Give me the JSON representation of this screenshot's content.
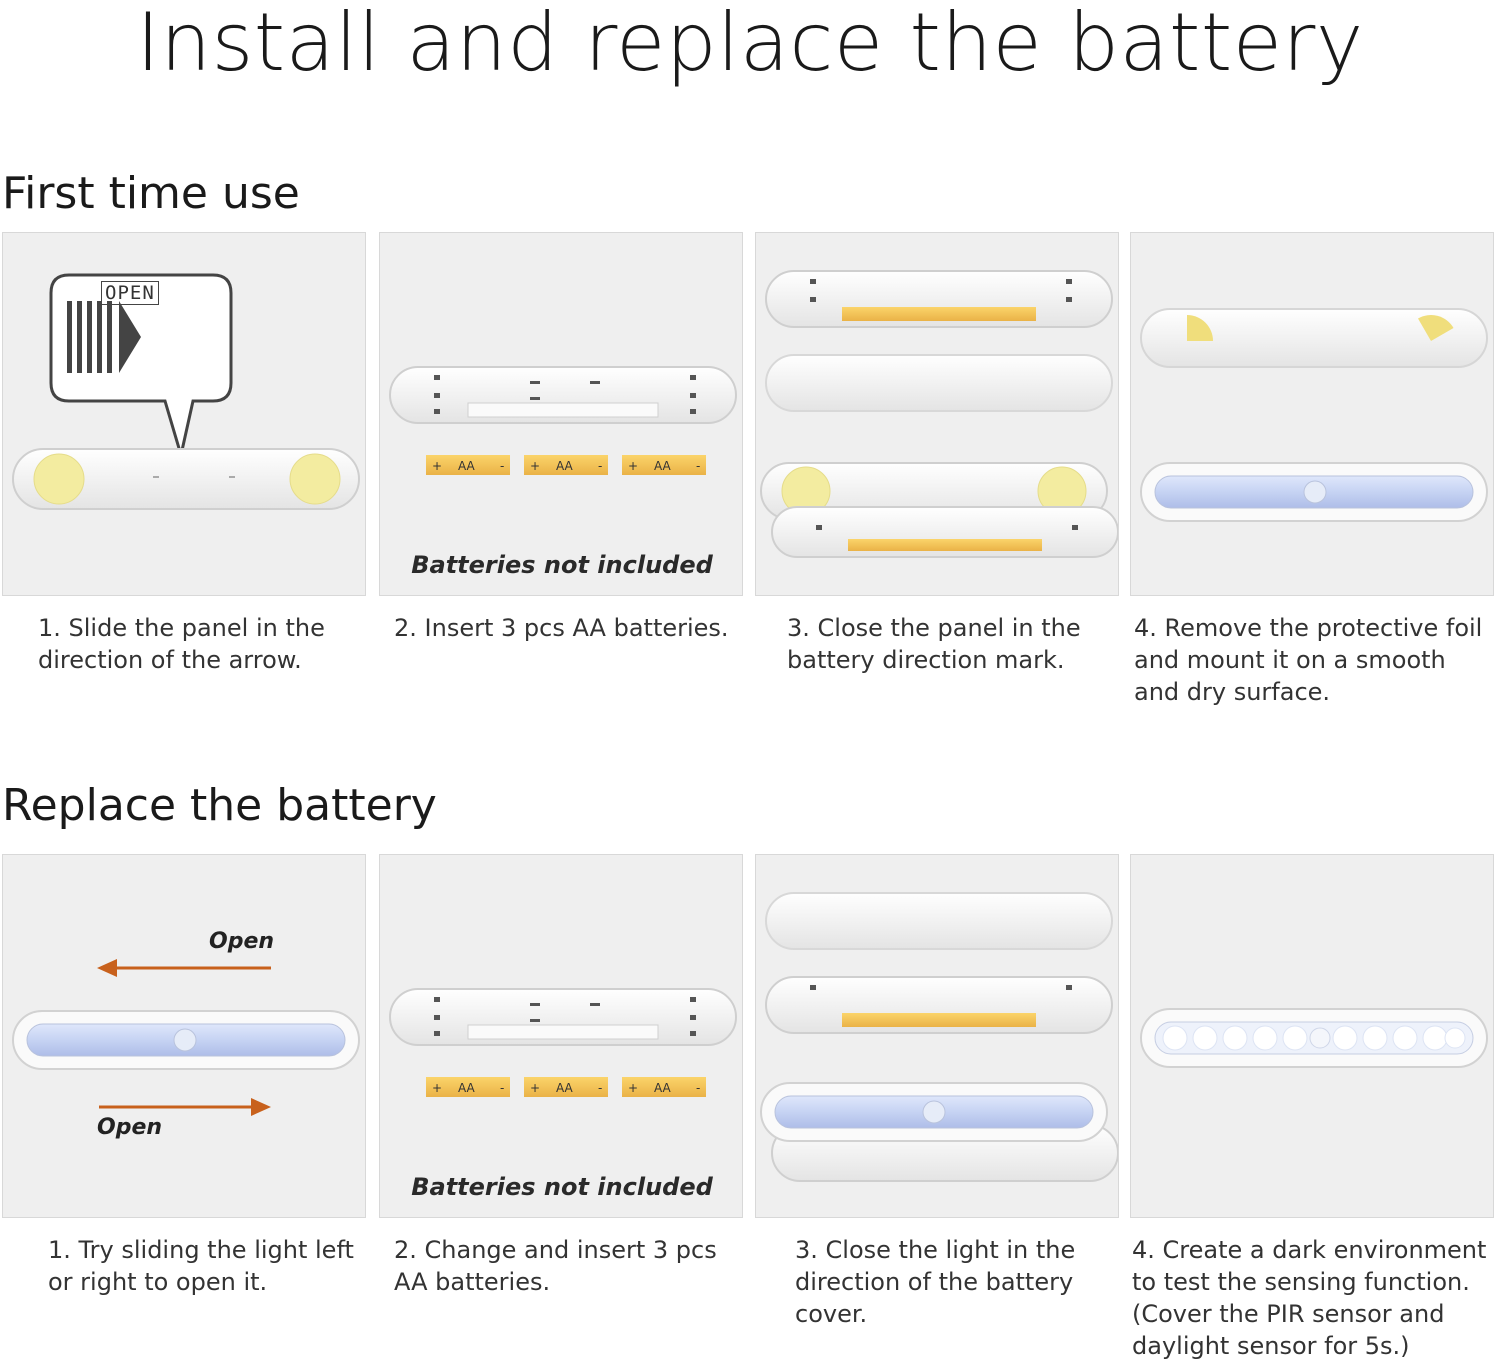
{
  "title": "Install and replace the battery",
  "sections": [
    {
      "heading": "First time use",
      "steps": [
        {
          "caption": "1. Slide the panel in the direction of the arrow.",
          "tag": "OPEN"
        },
        {
          "caption": "2. Insert 3 pcs AA batteries.",
          "note": "Batteries not included"
        },
        {
          "caption": "3. Close the panel in the battery direction mark."
        },
        {
          "caption": "4. Remove the protective foil and mount it on a smooth and dry surface."
        }
      ]
    },
    {
      "heading": "Replace the battery",
      "steps": [
        {
          "caption": "1. Try sliding the light left or right to open it.",
          "arrow_left_label": "Open",
          "arrow_right_label": "Open"
        },
        {
          "caption": "2. Change and insert 3 pcs AA batteries.",
          "note": "Batteries not included"
        },
        {
          "caption": "3. Close the light in the direction of the battery cover."
        },
        {
          "caption": "4. Create a dark environment to test the sensing function. (Cover the PIR sensor and daylight sensor for 5s.)"
        }
      ]
    }
  ],
  "battery_label": "AA",
  "colors": {
    "arrow": "#c8611c",
    "battery": "#f2c04a",
    "adhesive": "#f3eca0",
    "led": "#c9d6f5"
  }
}
